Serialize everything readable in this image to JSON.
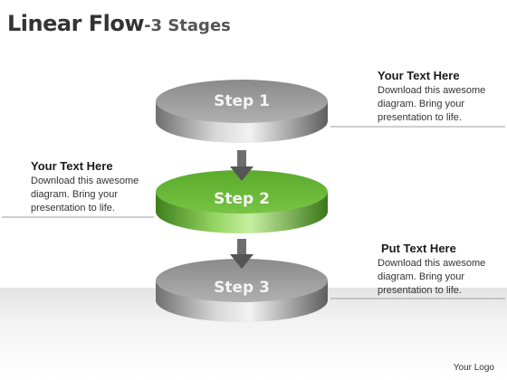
{
  "title": {
    "main": "Linear Flow",
    "dash": "-",
    "sub": "3 Stages"
  },
  "stages": [
    {
      "label": "Step 1",
      "color": "gray"
    },
    {
      "label": "Step 2",
      "color": "green"
    },
    {
      "label": "Step 3",
      "color": "gray"
    }
  ],
  "callouts": [
    {
      "heading": "Your Text Here",
      "body": "Download this awesome diagram. Bring your presentation to life."
    },
    {
      "heading": "Your Text Here",
      "body": "Download this awesome diagram. Bring your presentation to life."
    },
    {
      "heading": "Put Text Here",
      "body": "Download this awesome diagram. Bring your presentation to life."
    }
  ],
  "logo": "Your Logo",
  "colors": {
    "gray": "#9a9a9a",
    "green": "#6bbb3a",
    "connector": "#6e6e6e"
  }
}
